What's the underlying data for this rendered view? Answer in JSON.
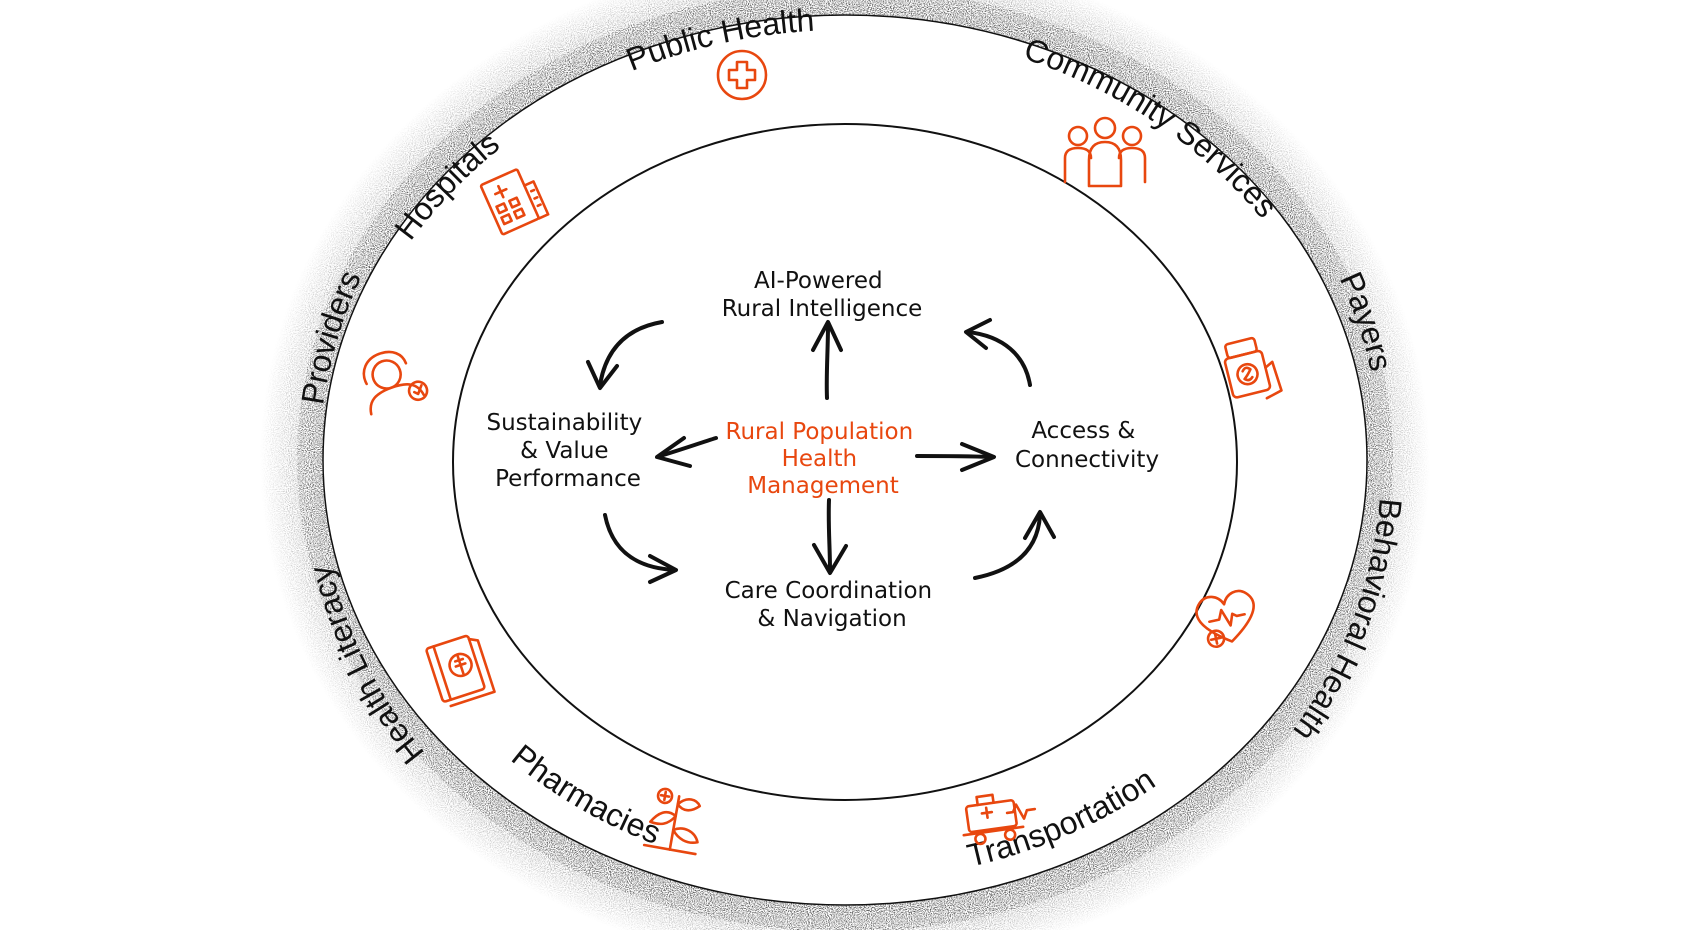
{
  "colors": {
    "accent": "#e8470f",
    "ink": "#111111",
    "background": "#ffffff"
  },
  "ring": {
    "items": [
      {
        "key": "public_health",
        "label": "Public Health",
        "icon": "medical-cross-icon"
      },
      {
        "key": "community_services",
        "label": "Community Services",
        "icon": "people-group-icon"
      },
      {
        "key": "payers",
        "label": "Payers",
        "icon": "payment-hand-icon"
      },
      {
        "key": "behavioral_health",
        "label": "Behavioral Health",
        "icon": "heart-heartbeat-icon"
      },
      {
        "key": "transportation",
        "label": "Transportation",
        "icon": "medical-transport-icon"
      },
      {
        "key": "pharmacies",
        "label": "Pharmacies",
        "icon": "herb-plant-icon"
      },
      {
        "key": "health_literacy",
        "label": "Health Literacy",
        "icon": "health-book-icon"
      },
      {
        "key": "providers",
        "label": "Providers",
        "icon": "doctor-icon"
      },
      {
        "key": "hospitals",
        "label": "Hospitals",
        "icon": "hospital-building-icon"
      }
    ]
  },
  "center": {
    "lines": [
      "Rural Population",
      "Health",
      "Management"
    ]
  },
  "nodes": {
    "top": {
      "lines": [
        "AI-Powered",
        "Rural Intelligence"
      ]
    },
    "left": {
      "lines": [
        "Sustainability",
        "& Value",
        "Performance"
      ]
    },
    "right": {
      "lines": [
        "Access &",
        "Connectivity"
      ]
    },
    "bottom": {
      "lines": [
        "Care Coordination",
        "& Navigation"
      ]
    }
  }
}
